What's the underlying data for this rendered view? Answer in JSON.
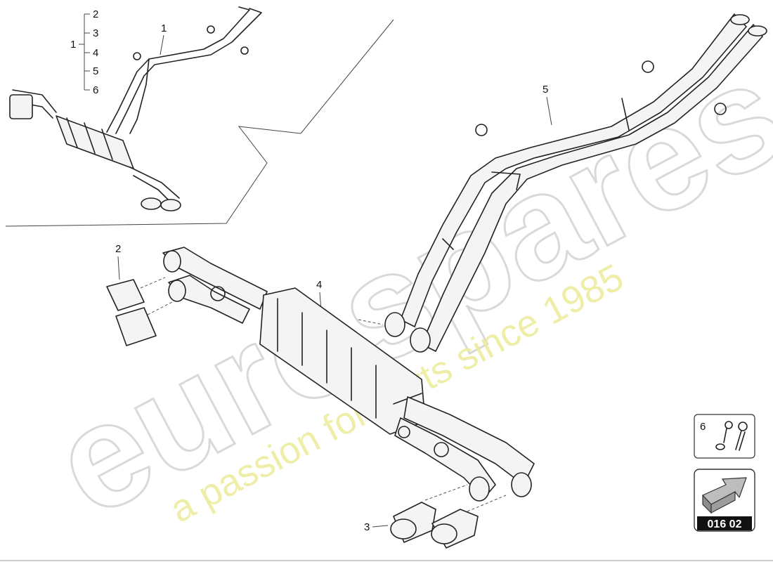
{
  "watermark": {
    "brand": "eurospares",
    "tagline": "a passion for parts since 1985"
  },
  "overview": {
    "group_label": "1",
    "group_items": [
      "2",
      "3",
      "4",
      "5",
      "6"
    ],
    "assembly_label": "1"
  },
  "callouts": {
    "tips_left": "2",
    "tips_right": "3",
    "silencer": "4",
    "front_pipe": "5"
  },
  "hardware_box": {
    "label": "6",
    "icon": "bolt-washer-icon"
  },
  "nav_badge": {
    "icon": "arrow-icon",
    "code": "016 02"
  }
}
